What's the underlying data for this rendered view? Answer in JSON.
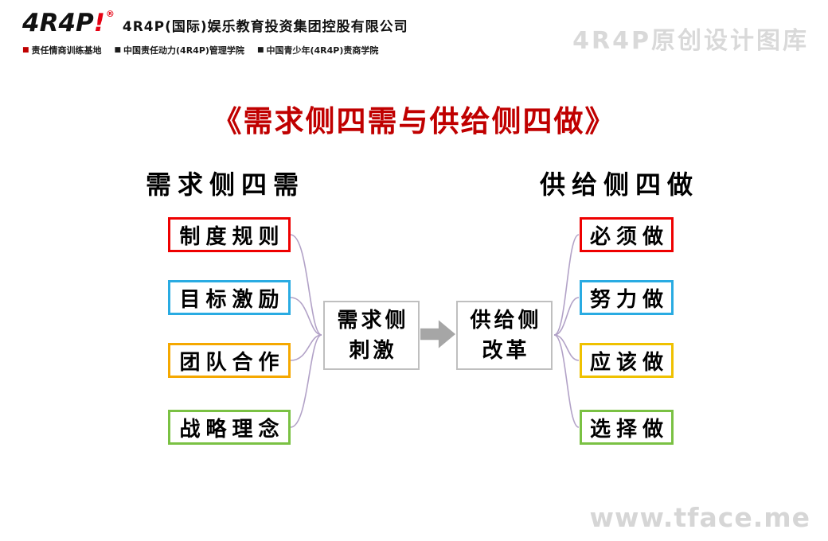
{
  "header": {
    "logo_main": "4R4P",
    "logo_bang": "!",
    "logo_reg": "®",
    "company_name": "4R4P(国际)娱乐教育投资集团控股有限公司",
    "sub_brands": [
      {
        "bullet": "■",
        "bullet_color": "#c00000",
        "label": "责任情商训练基地"
      },
      {
        "bullet": "■",
        "bullet_color": "#1a1a1a",
        "label": "中国责任动力(4R4P)管理学院"
      },
      {
        "bullet": "■",
        "bullet_color": "#1a1a1a",
        "label": "中国青少年(4R4P)责商学院"
      }
    ],
    "watermark": "4R4P原创设计图库"
  },
  "title": "《需求侧四需与供给侧四做》",
  "diagram": {
    "left_heading": "需求侧四需",
    "right_heading": "供给侧四做",
    "left_items": [
      {
        "label": "制度规则",
        "color": "#ee0000"
      },
      {
        "label": "目标激励",
        "color": "#29abe2"
      },
      {
        "label": "团队合作",
        "color": "#f5a800"
      },
      {
        "label": "战略理念",
        "color": "#7ac143"
      }
    ],
    "right_items": [
      {
        "label": "必须做",
        "color": "#ee0000"
      },
      {
        "label": "努力做",
        "color": "#29abe2"
      },
      {
        "label": "应该做",
        "color": "#efc100"
      },
      {
        "label": "选择做",
        "color": "#7ac143"
      }
    ],
    "center_left": {
      "line1": "需求侧",
      "line2": "刺激"
    },
    "center_right": {
      "line1": "供给侧",
      "line2": "改革"
    }
  },
  "footer": {
    "watermark": "www.tface.me"
  },
  "colors": {
    "title": "#c00000",
    "connector": "#b2a2c7",
    "arrow": "#a6a6a6",
    "center_box_border": "#bfbfbf"
  }
}
